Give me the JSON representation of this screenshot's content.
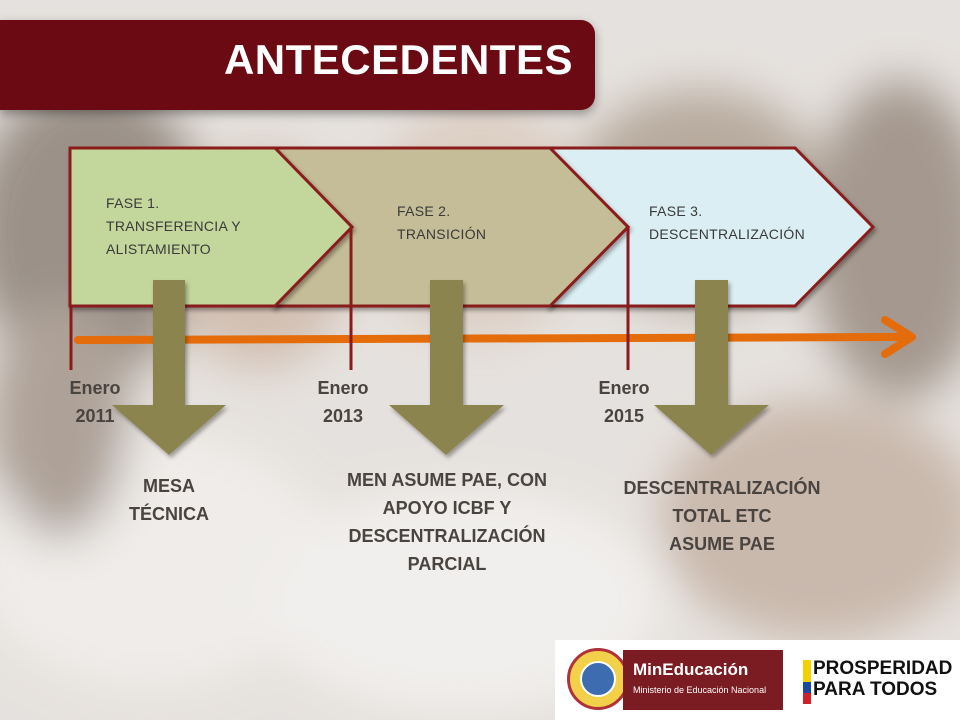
{
  "title": "ANTECEDENTES",
  "phases": [
    {
      "line1": "FASE 1.",
      "line2": "TRANSFERENCIA  Y",
      "line3": "ALISTAMIENTO",
      "fill": "#c3d69b"
    },
    {
      "line1": "FASE 2.",
      "line2": "TRANSICIÓN",
      "fill": "#c4bd97"
    },
    {
      "line1": "FASE 3.",
      "line2": "DESCENTRALIZACIÓN",
      "fill": "#dbeef4"
    }
  ],
  "dates": [
    {
      "month": "Enero",
      "year": "2011"
    },
    {
      "month": "Enero",
      "year": "2013"
    },
    {
      "month": "Enero",
      "year": "2015"
    }
  ],
  "milestones": [
    {
      "lines": [
        "MESA",
        "TÉCNICA"
      ]
    },
    {
      "lines": [
        "MEN ASUME PAE, CON",
        "APOYO ICBF Y",
        "DESCENTRALIZACIÓN",
        "PARCIAL"
      ]
    },
    {
      "lines": [
        "DESCENTRALIZACIÓN",
        "TOTAL ETC",
        "ASUME PAE"
      ]
    }
  ],
  "colors": {
    "title_bg": "#6b0a12",
    "outline": "#8b1a1a",
    "timeline_arrow": "#e46c0a",
    "down_arrow": "#8c8450"
  },
  "logos": {
    "mined_name": "MinEducación",
    "mined_sub": "Ministerio de Educación Nacional",
    "prosperidad_line1": "PROSPERIDAD",
    "prosperidad_line2": "PARA TODOS"
  }
}
